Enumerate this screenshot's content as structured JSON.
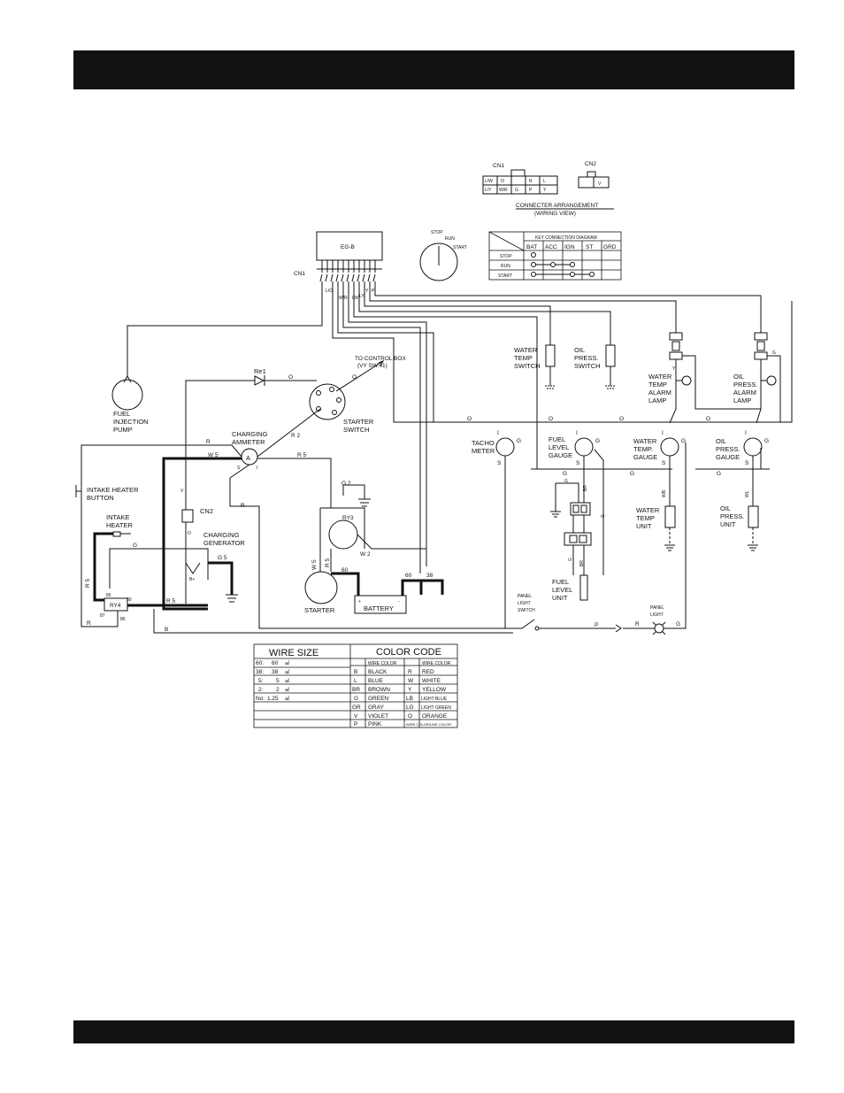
{
  "connectors": {
    "cn1_title": "CN1",
    "cn1_row1": [
      "L/W",
      "O",
      "",
      "R",
      "L"
    ],
    "cn1_row2": [
      "L/Y",
      "W/R",
      "G",
      "P",
      "Y"
    ],
    "cn2_title": "CN2",
    "cn2_pin": "V",
    "caption1": "CONNECTER ARRANGEMENT",
    "caption2": "(WIRING VIEW)"
  },
  "key_switch": {
    "stop": "STOP",
    "run": "RUN",
    "start": "START"
  },
  "key_table": {
    "title": "KEY CONNECTION DIAGRAM",
    "columns": [
      "BAT",
      "ACC",
      "IGN",
      "ST",
      "GRD"
    ],
    "rows": [
      "STOP",
      "RUN",
      "START"
    ]
  },
  "components": {
    "egb": "EG-B",
    "cn1": "CN1",
    "re1": "Re1",
    "to_control_box": "TO CONTROL BOX",
    "control_box_ref": "(VY SW.41)",
    "fuel_pump": [
      "FUEL",
      "INJECTION",
      "PUMP"
    ],
    "starter_switch": [
      "STARTER",
      "SWITCH"
    ],
    "charging_ammeter": [
      "CHARGING",
      "AMMETER"
    ],
    "ammeter_symbol": "A",
    "intake_heater_button": [
      "INTAKE HEATER",
      "BUTTON"
    ],
    "intake_heater": [
      "INTAKE",
      "HEATER"
    ],
    "cn2": "CN2",
    "charging_generator": [
      "CHARGING",
      "GENERATOR"
    ],
    "ry3": "RY3",
    "ry4": "RY4",
    "ry4_pins": [
      "85",
      "30",
      "87",
      "86"
    ],
    "starter": "STARTER",
    "battery": "BATTERY",
    "battery_plus": "+",
    "battery_minus": "-",
    "water_temp_switch": [
      "WATER",
      "TEMP",
      "SWITCH"
    ],
    "oil_press_switch": [
      "OIL",
      "PRESS.",
      "SWITCH"
    ],
    "water_temp_alarm_lamp": [
      "WATER",
      "TEMP",
      "ALARM",
      "LAMP"
    ],
    "oil_press_alarm_lamp": [
      "OIL",
      "PRESS.",
      "ALARM",
      "LAMP"
    ],
    "tacho_meter": [
      "TACHO",
      "METER"
    ],
    "fuel_level_gauge": [
      "FUEL",
      "LEVEL",
      "GAUGE"
    ],
    "water_temp_gauge": [
      "WATER",
      "TEMP.",
      "GAUGE"
    ],
    "oil_press_gauge": [
      "OIL",
      "PRESS.",
      "GAUGE"
    ],
    "water_temp_unit": [
      "WATER",
      "TEMP",
      "UNIT"
    ],
    "oil_press_unit": [
      "OIL",
      "PRESS.",
      "UNIT"
    ],
    "fuel_level_unit": [
      "FUEL",
      "LEVEL",
      "UNIT"
    ],
    "panel_light_switch": [
      "PANEL",
      "LIGHT",
      "SWITCH"
    ],
    "panel_light": [
      "PANEL",
      "LIGHT"
    ]
  },
  "wire_labels": {
    "o": "O",
    "r": "R",
    "r2": "R 2",
    "r5": "R 5",
    "w5": "W 5",
    "w2": "W 2",
    "g2": "G 2",
    "g5": "G 5",
    "g": "G",
    "b": "B",
    "p": "P",
    "v": "V",
    "y": "Y",
    "br": "BR",
    "wb": "WB",
    "wl": "WL",
    "n60": "60",
    "n38": "38",
    "i": "I",
    "s": "S",
    "b_plus": "B+"
  },
  "cn1_pins": [
    "L/O",
    "W/R",
    "LW",
    "LY",
    "Y",
    "P"
  ],
  "wire_size": {
    "title": "WIRE SIZE",
    "rows": [
      [
        "60:",
        "60",
        "㎟"
      ],
      [
        "38:",
        "38",
        "㎟"
      ],
      [
        "5:",
        "5",
        "㎟"
      ],
      [
        "2:",
        "2",
        "㎟"
      ],
      [
        "No:",
        "1.25",
        "㎟"
      ]
    ]
  },
  "color_code": {
    "title": "COLOR CODE",
    "header": [
      "WIRE COLOR",
      "WIRE COLOR"
    ],
    "rows": [
      [
        "B",
        "BLACK",
        "R",
        "RED"
      ],
      [
        "L",
        "BLUE",
        "W",
        "WHITE"
      ],
      [
        "BR",
        "BROWN",
        "Y",
        "YELLOW"
      ],
      [
        "G",
        "GREEN",
        "LB",
        "LIGHT BLUE"
      ],
      [
        "GR",
        "GRAY",
        "LG",
        "LIGHT GREEN"
      ],
      [
        "V",
        "VIOLET",
        "O",
        "ORANGE"
      ],
      [
        "P",
        "PINK",
        "",
        "WIRE COLOR/LINE COLOR"
      ]
    ]
  }
}
